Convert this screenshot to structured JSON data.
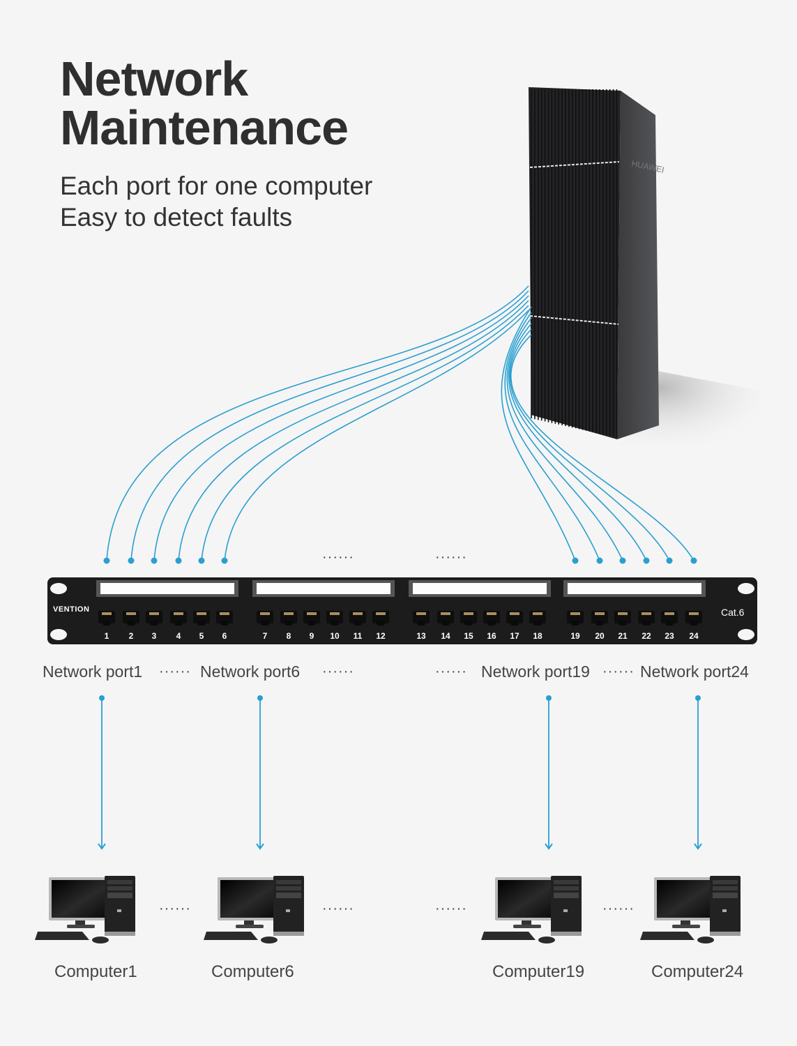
{
  "header": {
    "title_lines": [
      "Network",
      "Maintenance"
    ],
    "subtitle_lines": [
      "Each port for one computer",
      "Easy to detect faults"
    ]
  },
  "server": {
    "brand": "HUAWEI",
    "icon": "server-rack-icon"
  },
  "patch_panel": {
    "brand": "VENTION",
    "category": "Cat.6",
    "port_numbers": [
      "1",
      "2",
      "3",
      "4",
      "5",
      "6",
      "7",
      "8",
      "9",
      "10",
      "11",
      "12",
      "13",
      "14",
      "15",
      "16",
      "17",
      "18",
      "19",
      "20",
      "21",
      "22",
      "23",
      "24"
    ],
    "connected_ports": [
      "1",
      "2",
      "3",
      "4",
      "5",
      "6",
      "19",
      "20",
      "21",
      "22",
      "23",
      "24"
    ]
  },
  "ellipsis": "······",
  "network_ports": [
    {
      "label": "Network port1"
    },
    {
      "label": "Network port6"
    },
    {
      "label": "Network port19"
    },
    {
      "label": "Network port24"
    }
  ],
  "computers": [
    {
      "label": "Computer1"
    },
    {
      "label": "Computer6"
    },
    {
      "label": "Computer19"
    },
    {
      "label": "Computer24"
    }
  ],
  "colors": {
    "cable": "#2a9fd0",
    "panel": "#1c1c1c",
    "background": "#f5f5f5"
  }
}
